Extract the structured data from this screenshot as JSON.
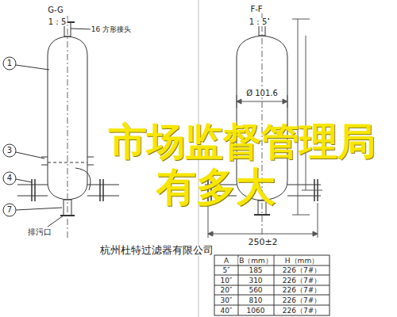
{
  "diagram": {
    "labels": [
      "G-G",
      "1：5",
      "16 方形接头",
      "F-F",
      "1：5",
      "Ø 101.6",
      "1",
      "3",
      "4",
      "7",
      "排污口",
      "250±2",
      "杭州杜特过滤器有限公司",
      "市场监督管理局",
      "有多大",
      "A",
      "B（mm）",
      "H（mm）",
      "5″",
      "185",
      "226（7#）",
      "10″",
      "310",
      "226（7#）",
      "20″",
      "560",
      "226（7#）",
      "30″",
      "810",
      "226（7#）",
      "40″",
      "1060",
      "226（7#）"
    ]
  }
}
